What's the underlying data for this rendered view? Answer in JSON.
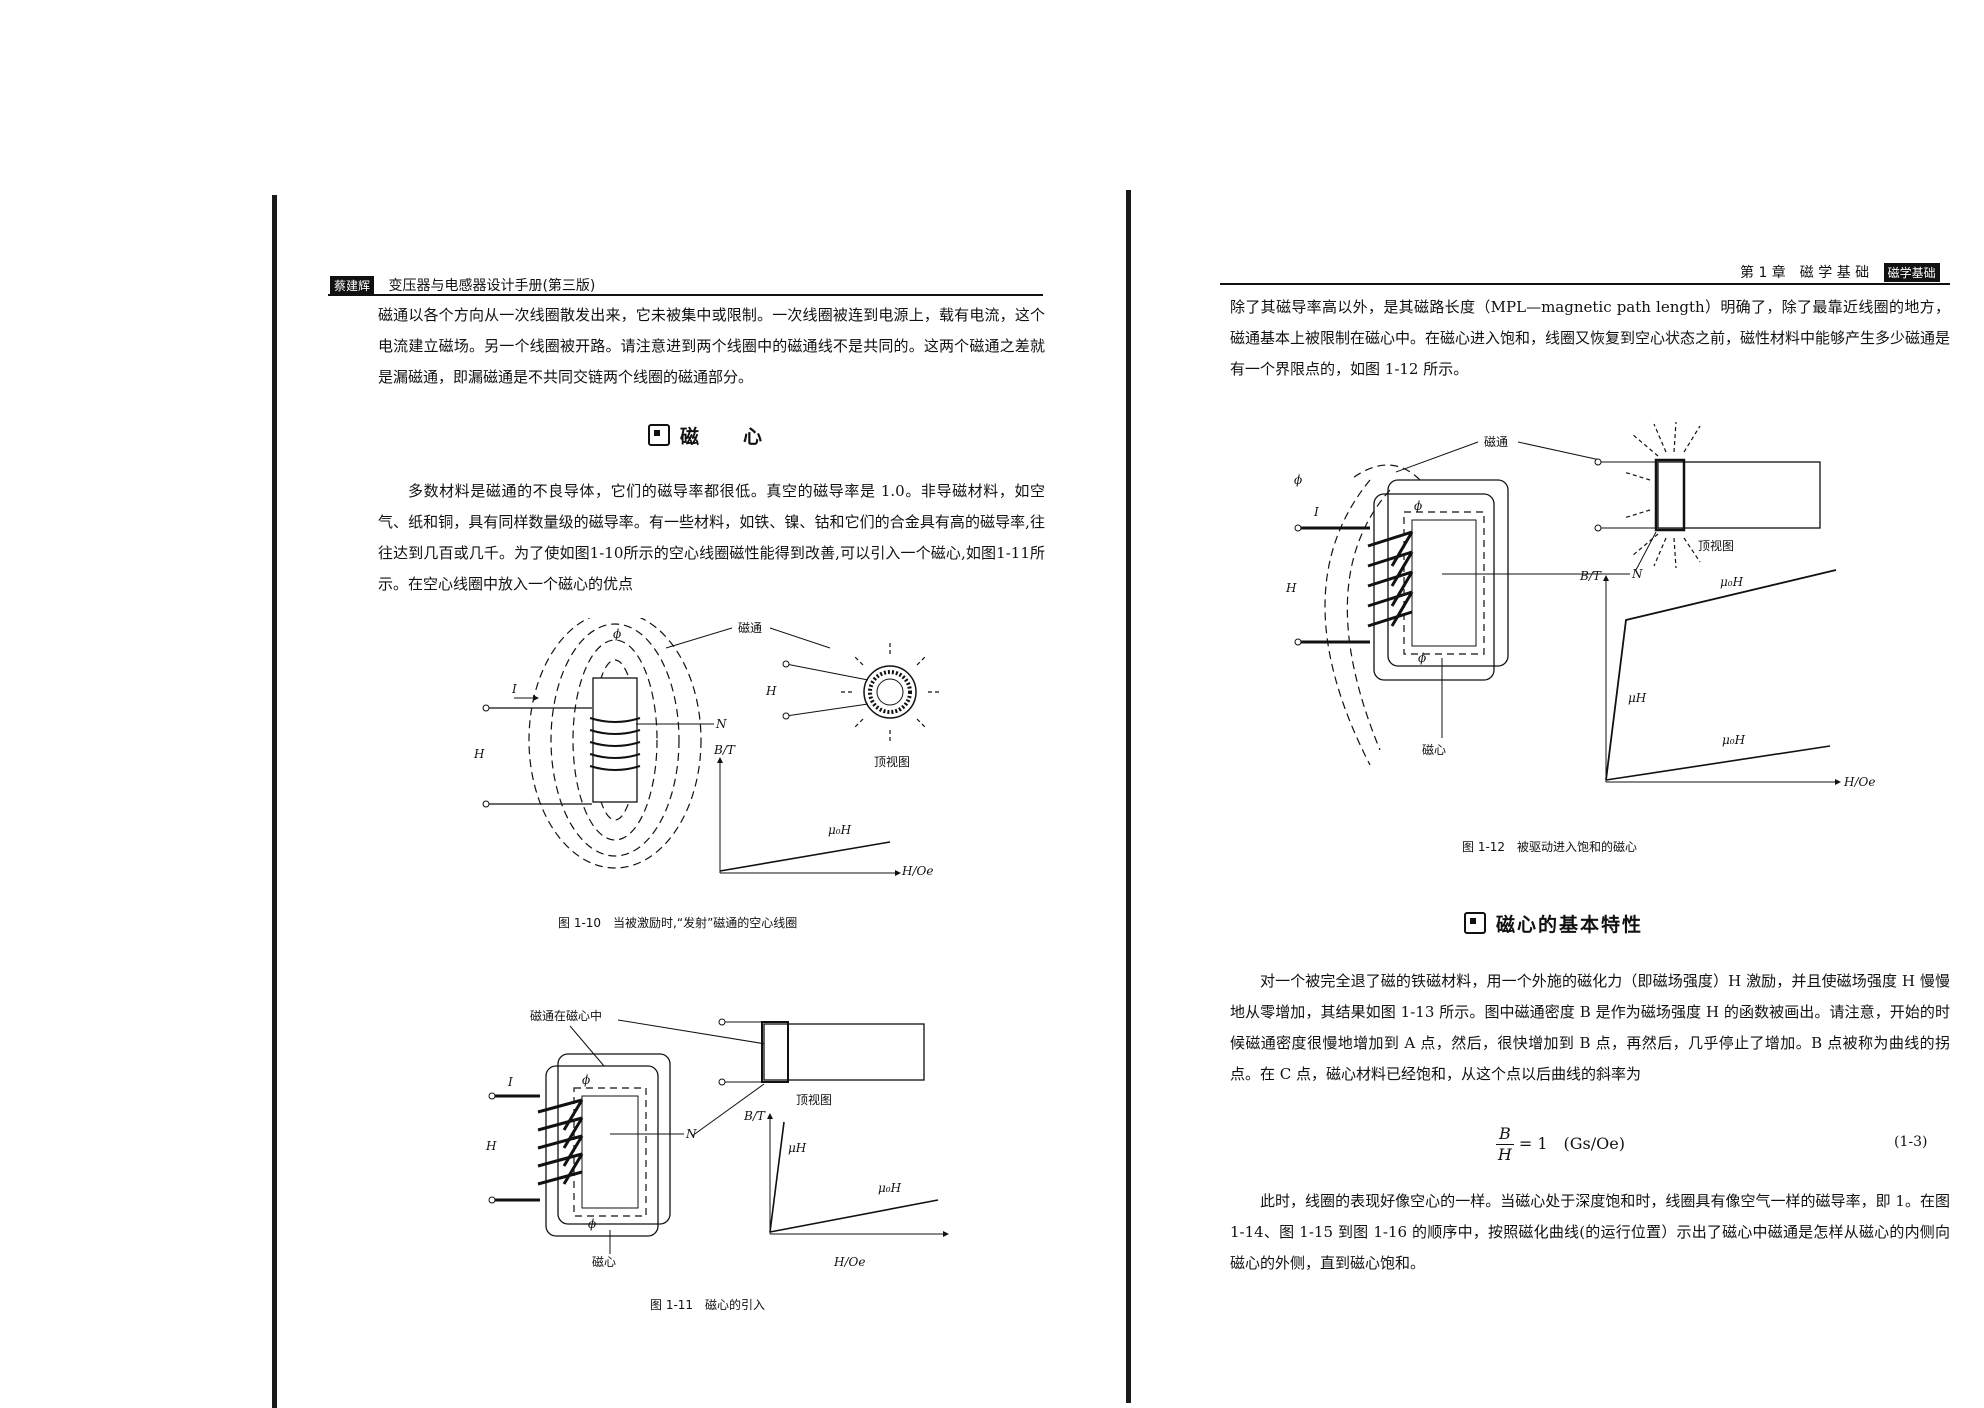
{
  "left_page": {
    "header": {
      "tag": "蔡建辉",
      "title": "变压器与电感器设计手册(第三版)"
    },
    "para1": "磁通以各个方向从一次线圈散发出来，它未被集中或限制。一次线圈被连到电源上，载有电流，这个电流建立磁场。另一个线圈被开路。请注意进到两个线圈中的磁通线不是共同的。这两个磁通之差就是漏磁通，即漏磁通是不共同交链两个线圈的磁通部分。",
    "heading": "磁　　心",
    "para2": "多数材料是磁通的不良导体，它们的磁导率都很低。真空的磁导率是 1.0。非导磁材料，如空气、纸和铜，具有同样数量级的磁导率。有一些材料，如铁、镍、钴和它们的合金具有高的磁导率,往往达到几百或几千。为了使如图1-10所示的空心线圈磁性能得到改善,可以引入一个磁心,如图1-11所示。在空心线圈中放入一个磁心的优点",
    "fig10": {
      "caption": "图 1-10　当被激励时,“发射”磁通的空心线圈",
      "labels": {
        "phi": "ϕ",
        "flux": "磁通",
        "I": "I",
        "N": "N",
        "H": "H",
        "H2": "H",
        "top_view": "顶视图",
        "BT": "B/T",
        "mu0H": "μ₀H",
        "HOe": "H/Oe"
      }
    },
    "fig11": {
      "caption": "图 1-11　磁心的引入",
      "labels": {
        "flux_in_core": "磁通在磁心中",
        "I": "I",
        "N": "N",
        "H": "H",
        "phi_top": "ϕ",
        "phi_bot": "ϕ",
        "core": "磁心",
        "top_view": "顶视图",
        "BT": "B/T",
        "muH": "μH",
        "mu0H": "μ₀H",
        "HOe": "H/Oe"
      }
    }
  },
  "right_page": {
    "header": {
      "title": "第 1 章　磁 学 基 础",
      "tag": "磁学基础"
    },
    "para1": "除了其磁导率高以外，是其磁路长度（MPL—magnetic path length）明确了，除了最靠近线圈的地方，磁通基本上被限制在磁心中。在磁心进入饱和，线圈又恢复到空心状态之前，磁性材料中能够产生多少磁通是有一个界限点的，如图 1-12 所示。",
    "fig12": {
      "caption": "图 1-12　被驱动进入饱和的磁心",
      "labels": {
        "flux": "磁通",
        "phi_out": "ϕ",
        "I": "I",
        "N": "N",
        "H": "H",
        "phi_top": "ϕ",
        "phi_bot": "ϕ",
        "core": "磁心",
        "top_view": "顶视图",
        "BT": "B/T",
        "mu0H_top": "μ₀H",
        "muH": "μH",
        "mu0H_bot": "μ₀H",
        "HOe": "H/Oe"
      }
    },
    "heading": "磁心的基本特性",
    "para2": "对一个被完全退了磁的铁磁材料，用一个外施的磁化力（即磁场强度）H 激励，并且使磁场强度 H 慢慢地从零增加，其结果如图 1-13 所示。图中磁通密度 B 是作为磁场强度 H 的函数被画出。请注意，开始的时候磁通密度很慢地增加到 A 点，然后，很快增加到 B 点，再然后，几乎停止了增加。B 点被称为曲线的拐点。在 C 点，磁心材料已经饱和，从这个点以后曲线的斜率为",
    "equation": {
      "num": "B",
      "den": "H",
      "rhs": "= 1　(Gs/Oe)",
      "number": "(1-3)"
    },
    "para3": "此时，线圈的表现好像空心的一样。当磁心处于深度饱和时，线圈具有像空气一样的磁导率，即 1。在图 1-14、图 1-15 到图 1-16 的顺序中，按照磁化曲线(的运行位置）示出了磁心中磁通是怎样从磁心的内侧向磁心的外侧，直到磁心饱和。"
  }
}
